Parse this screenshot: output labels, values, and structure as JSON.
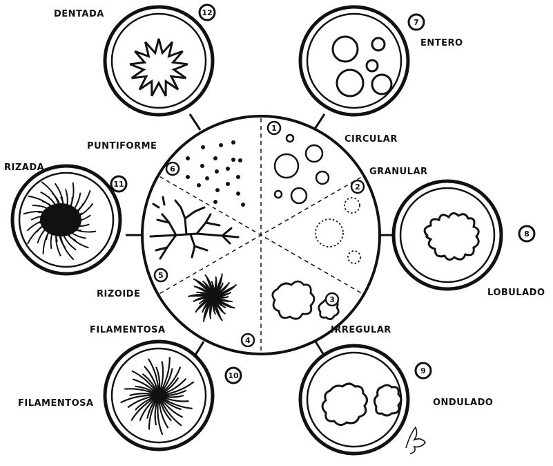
{
  "diagram": {
    "center_sectors": [
      {
        "number": "1",
        "label": "CIRCULAR"
      },
      {
        "number": "2",
        "label": "GRANULAR"
      },
      {
        "number": "3",
        "label": "IRREGULAR"
      },
      {
        "number": "4",
        "label": "FILAMENTOSA"
      },
      {
        "number": "5",
        "label": "RIZOIDE"
      },
      {
        "number": "6",
        "label": "PUNTIFORME"
      }
    ],
    "outer_plates": [
      {
        "number": "7",
        "label": "ENTERO"
      },
      {
        "number": "8",
        "label": "LOBULADO"
      },
      {
        "number": "9",
        "label": "ONDULADO"
      },
      {
        "number": "10",
        "label": "FILAMENTOSA"
      },
      {
        "number": "11",
        "label": "RIZADA"
      },
      {
        "number": "12",
        "label": "DENTADA"
      }
    ]
  },
  "colors": {
    "ink": "#111111",
    "paper": "#ffffff"
  }
}
